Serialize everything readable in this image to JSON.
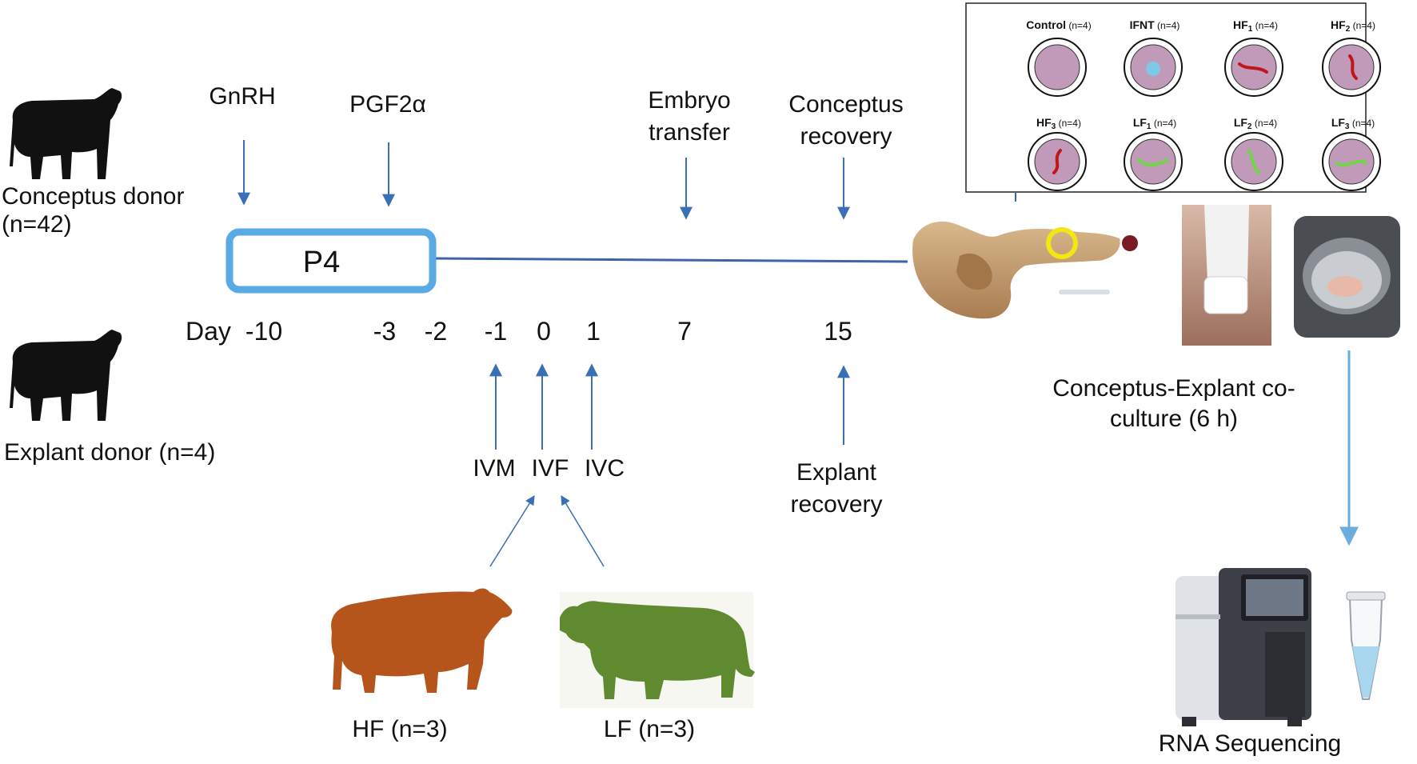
{
  "donors": {
    "conceptus": {
      "label": "Conceptus donor",
      "count": "(n=42)"
    },
    "explant": {
      "label": "Explant donor (n=4)"
    }
  },
  "hormones": {
    "gnrh": "GnRH",
    "pgf2a": "PGF2α",
    "p4": "P4"
  },
  "events": {
    "embryo_transfer": [
      "Embryo",
      "transfer"
    ],
    "conceptus_recovery": [
      "Conceptus",
      "recovery"
    ],
    "explant_recovery": [
      "Explant",
      "recovery"
    ],
    "ivm": "IVM",
    "ivf": "IVF",
    "ivc": "IVC"
  },
  "timeline": {
    "day_label": "Day",
    "days": [
      "-10",
      "-3",
      "-2",
      "-1",
      "0",
      "1",
      "7",
      "15"
    ]
  },
  "bulls": {
    "hf": {
      "label": "HF (n=3)",
      "color": "#b5541b"
    },
    "lf": {
      "label": "LF (n=3)",
      "color": "#5f8a30"
    }
  },
  "treatment_grid": [
    {
      "name": "Control",
      "sub": "",
      "n": "(n=4)",
      "kind": "none"
    },
    {
      "name": "IFNT",
      "sub": "",
      "n": "(n=4)",
      "kind": "dot"
    },
    {
      "name": "HF",
      "sub": "1",
      "n": "(n=4)",
      "kind": "hf"
    },
    {
      "name": "HF",
      "sub": "2",
      "n": "(n=4)",
      "kind": "hf"
    },
    {
      "name": "HF",
      "sub": "3",
      "n": "(n=4)",
      "kind": "hf"
    },
    {
      "name": "LF",
      "sub": "1",
      "n": "(n=4)",
      "kind": "lf"
    },
    {
      "name": "LF",
      "sub": "2",
      "n": "(n=4)",
      "kind": "lf"
    },
    {
      "name": "LF",
      "sub": "3",
      "n": "(n=4)",
      "kind": "lf"
    }
  ],
  "coculture": [
    "Conceptus-Explant co-",
    "culture (6 h)"
  ],
  "rna": "RNA Sequencing",
  "colors": {
    "arrow": "#3a6fb5",
    "p4_border": "#5aaae6",
    "timeline": "#3d63a8",
    "right_arrow": "#6aaee0",
    "well_fill": "#c09ab8",
    "ifnt_dot": "#7ec8e8",
    "hf_line": "#c0151c",
    "lf_line": "#6fd64a",
    "uterus": "#c29a6c"
  }
}
